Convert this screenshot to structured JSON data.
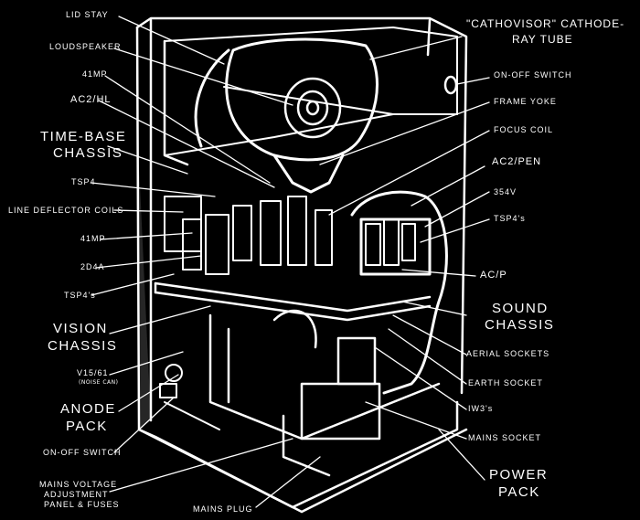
{
  "colors": {
    "background": "#000000",
    "ink": "#ffffff"
  },
  "labels": {
    "lid_stay": "LID STAY",
    "loudspeaker": "LOUDSPEAKER",
    "41mp_top": "41MP",
    "ac2_hl": "AC2/HL",
    "time_base_1": "TIME-BASE",
    "time_base_2": "CHASSIS",
    "tsp4": "TSP4",
    "line_deflector": "LINE DEFLECTOR COILS",
    "41mp_mid": "41MP",
    "2d4a": "2D4A",
    "tsp4s_left": "TSP4's",
    "vision_1": "VISION",
    "vision_2": "CHASSIS",
    "v15_61": "V15/61",
    "v15_sub": "(NOISE CAN)",
    "anode_1": "ANODE",
    "anode_2": "PACK",
    "onoff_left": "ON-OFF SWITCH",
    "mains_voltage_1": "MAINS VOLTAGE",
    "mains_voltage_2": "ADJUSTMENT",
    "mains_voltage_3": "PANEL & FUSES",
    "mains_plug": "MAINS PLUG",
    "cathovisor_1": "\"CATHOVISOR\" CATHODE-",
    "cathovisor_2": "RAY TUBE",
    "onoff_right": "ON-OFF SWITCH",
    "frame_yoke": "FRAME YOKE",
    "focus_coil": "FOCUS COIL",
    "ac2_pen": "AC2/PEN",
    "354v": "354V",
    "tsp4s_right": "TSP4's",
    "ac_p": "AC/P",
    "sound_1": "SOUND",
    "sound_2": "CHASSIS",
    "aerial": "AERIAL SOCKETS",
    "earth": "EARTH SOCKET",
    "iw3": "IW3's",
    "mains_socket": "MAINS SOCKET",
    "power_1": "POWER",
    "power_2": "PACK"
  }
}
